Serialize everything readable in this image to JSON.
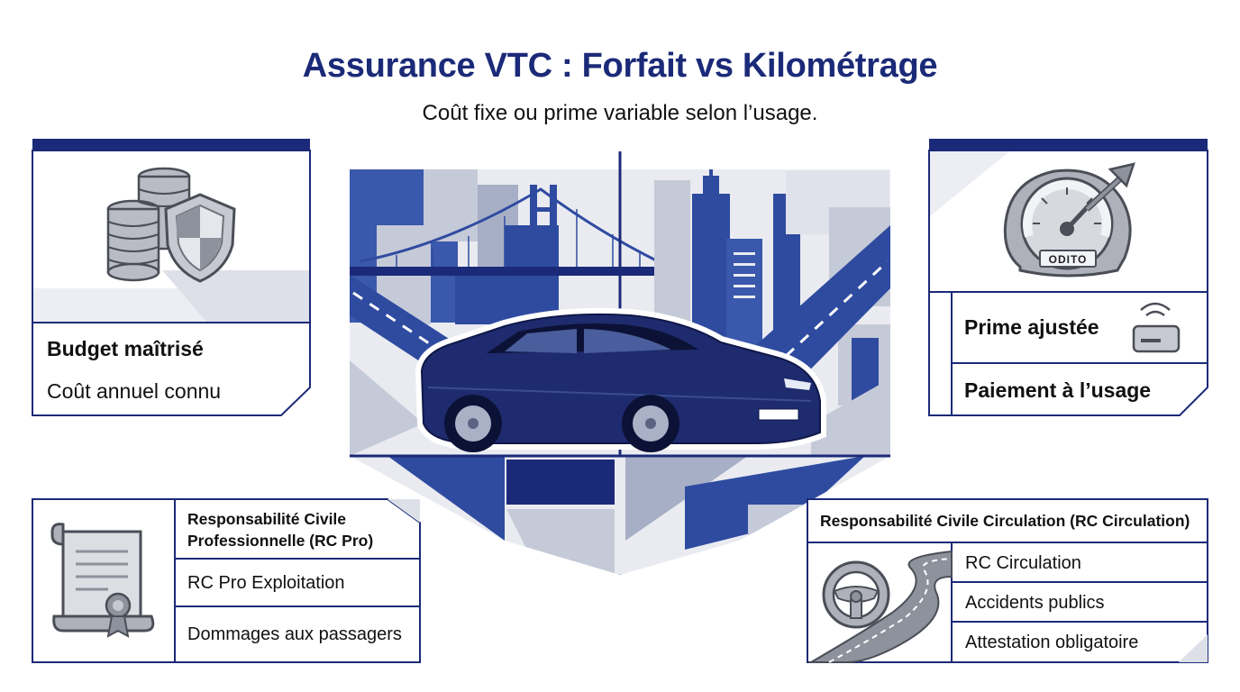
{
  "header": {
    "title": "Assurance VTC : Forfait vs Kilométrage",
    "subtitle": "Coût fixe ou prime variable selon l’usage."
  },
  "forfait_panel": {
    "heading": "Budget maîtrisé",
    "detail": "Coût annuel connu",
    "icon": "coins-shield-icon"
  },
  "kilometrage_panel": {
    "odometer_label": "ODITO",
    "item_1": "Prime ajustée",
    "item_2": "Paiement à l’usage",
    "icons": [
      "speedometer-icon",
      "telematics-box-icon"
    ]
  },
  "rc_pro_panel": {
    "heading_line_1": "Responsabilité Civile",
    "heading_line_2": "Professionnelle (RC Pro)",
    "item_1": "RC Pro Exploitation",
    "item_2": "Dommages aux passagers",
    "icon": "certificate-scroll-icon"
  },
  "rc_circulation_panel": {
    "heading": "Responsabilité Civile Circulation (RC Circulation)",
    "item_1": "RC Circulation",
    "item_2": "Accidents publics",
    "item_3": "Attestation obligatoire",
    "icon": "steering-wheel-road-icon"
  },
  "colors": {
    "navy": "#1b2a78",
    "blue": "#2f4ba0",
    "grey": "#c9ccd6",
    "light_grey": "#e3e5ec"
  }
}
